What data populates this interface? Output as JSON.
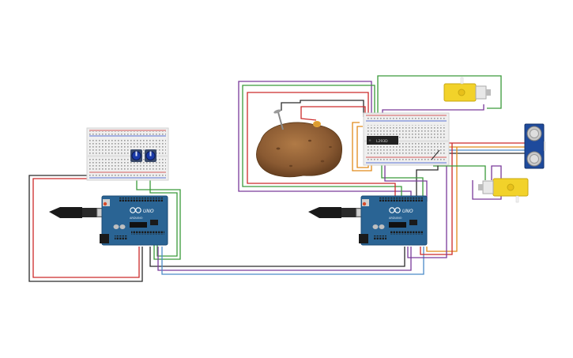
{
  "canvas": {
    "background": "#ffffff"
  },
  "boards": [
    {
      "id": "left",
      "board_label": "UNO",
      "brand_label": "ARDUINO",
      "logo": "infinity-logo-icon"
    },
    {
      "id": "right",
      "board_label": "UNO",
      "brand_label": "ARDUINO",
      "logo": "infinity-logo-icon"
    }
  ],
  "components": [
    {
      "name": "left-breadboard",
      "kind": "breadboard-half"
    },
    {
      "name": "right-breadboard",
      "kind": "breadboard-half"
    },
    {
      "name": "potato",
      "kind": "potato-battery"
    },
    {
      "name": "ultrasonic-sensor",
      "kind": "hc-sr04"
    },
    {
      "name": "dc-motor-top",
      "kind": "yellow-gear-motor"
    },
    {
      "name": "dc-motor-bottom",
      "kind": "yellow-gear-motor"
    },
    {
      "name": "motor-driver-ic",
      "kind": "dip-chip"
    },
    {
      "name": "potentiometer-1",
      "kind": "potentiometer"
    },
    {
      "name": "potentiometer-2",
      "kind": "potentiometer"
    },
    {
      "name": "usb-cable-left",
      "kind": "usb-cable"
    },
    {
      "name": "usb-cable-right",
      "kind": "usb-cable"
    }
  ],
  "wire_colors": {
    "black": "#2b2b2b",
    "red": "#cc2a2a",
    "green": "#3a9a3a",
    "purple": "#7a3a9a",
    "orange": "#e08a1a",
    "blue": "#4a8ac8",
    "violet": "#9a5ab8"
  },
  "colors": {
    "board_blue": "#2a6494",
    "breadboard": "#efefef",
    "motor_yellow": "#f2d22a",
    "potato": "#8a5a32",
    "sensor_blue": "#1e4a9c"
  }
}
